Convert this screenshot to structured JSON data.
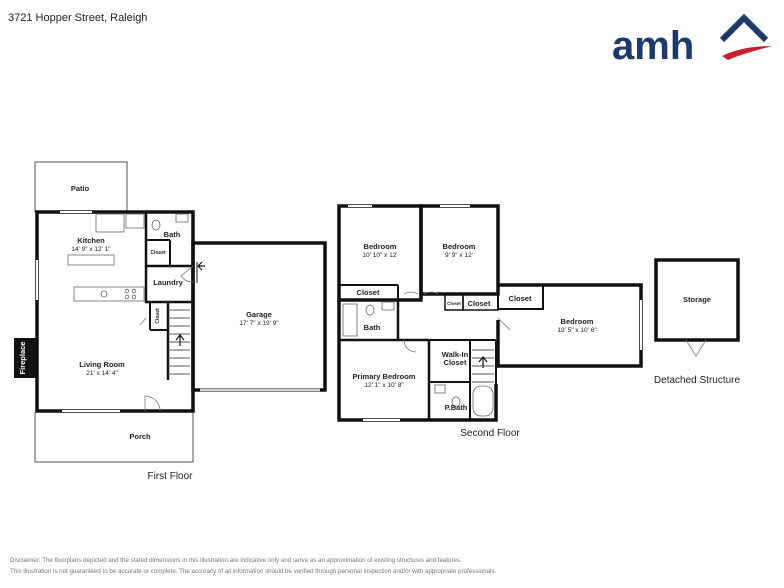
{
  "header": {
    "address": "3721 Hopper Street, Raleigh"
  },
  "logo": {
    "text": "amh",
    "brand_color": "#1d3a6b",
    "accent_color": "#c8202f"
  },
  "floors": {
    "first_floor": {
      "label": "First Floor",
      "rooms": {
        "patio": {
          "name": "Patio"
        },
        "kitchen": {
          "name": "Kitchen",
          "dims": "14' 9\" x 12' 1\""
        },
        "bath": {
          "name": "Bath"
        },
        "closet_upper": {
          "name": "Closet"
        },
        "laundry": {
          "name": "Laundry"
        },
        "closet_lower": {
          "name": "Closet"
        },
        "garage": {
          "name": "Garage",
          "dims": "17' 7\" x 19' 9\""
        },
        "fireplace": {
          "name": "Fireplace"
        },
        "living_room": {
          "name": "Living Room",
          "dims": "21' x 14' 4\""
        },
        "porch": {
          "name": "Porch"
        }
      }
    },
    "second_floor": {
      "label": "Second Floor",
      "rooms": {
        "bedroom_1": {
          "name": "Bedroom",
          "dims": "10' 10\" x 12'"
        },
        "bedroom_2": {
          "name": "Bedroom",
          "dims": "9' 9\" x 12'"
        },
        "closet_1": {
          "name": "Closet"
        },
        "closet_2": {
          "name": "Closet"
        },
        "closet_small": {
          "name": "Closet"
        },
        "closet_3": {
          "name": "Closet"
        },
        "bedroom_3": {
          "name": "Bedroom",
          "dims": "19' 5\" x 10' 6\""
        },
        "bath": {
          "name": "Bath"
        },
        "primary_bedroom": {
          "name": "Primary Bedroom",
          "dims": "12' 1\" x 10' 8\""
        },
        "walk_in_closet": {
          "line1": "Walk-In",
          "line2": "Closet"
        },
        "p_bath": {
          "name": "P.Bath"
        }
      }
    },
    "detached": {
      "label": "Detached Structure",
      "rooms": {
        "storage": {
          "name": "Storage"
        }
      }
    }
  },
  "disclaimer": {
    "line1": "Disclaimer: The floorplans depicted and the stated dimensions in this illustration are indicative only and serve as an approximation of existing structures and features.",
    "line2": "This illustration is not guaranteed to be accurate or complete. The accuracy of all information should be verified through personal inspection and/or with appropriate professionals."
  }
}
